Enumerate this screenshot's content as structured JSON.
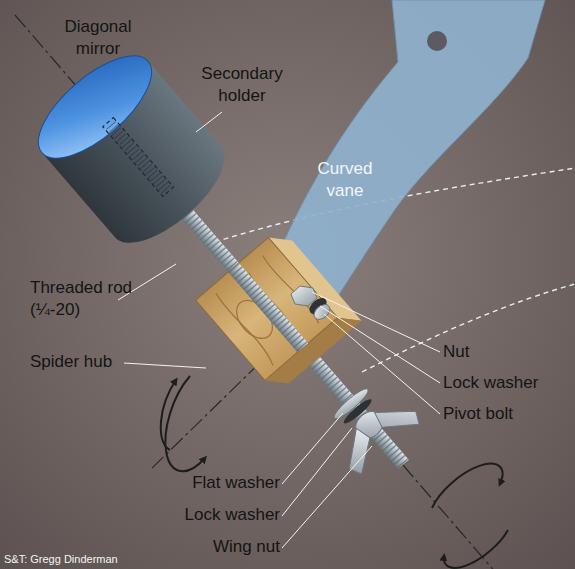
{
  "diagram": {
    "labels": [
      "Diagonal mirror",
      "Secondary holder",
      "Curved vane",
      "Threaded rod (¼-20)",
      "Spider hub",
      "Nut",
      "Lock washer",
      "Pivot bolt",
      "Flat washer",
      "Lock washer",
      "Wing nut",
      "S&T: Gregg Dinderman"
    ]
  }
}
